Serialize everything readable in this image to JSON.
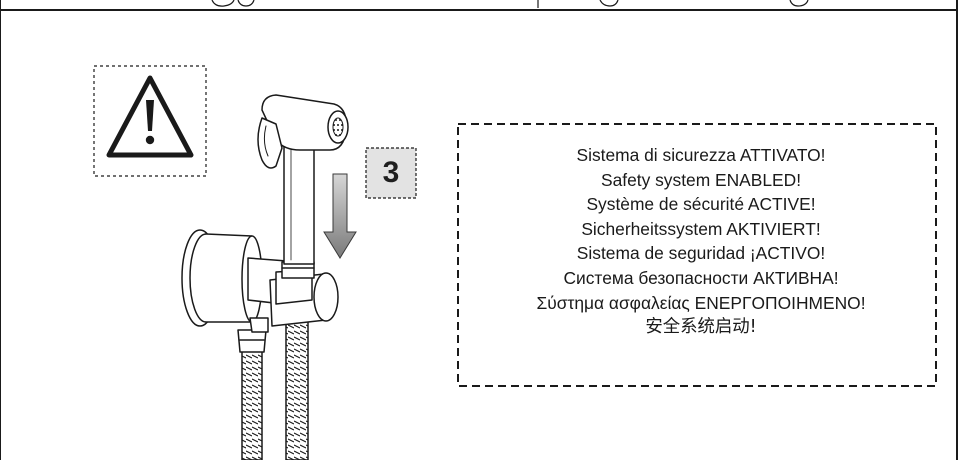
{
  "step": {
    "number": "3",
    "arrow_direction": "down"
  },
  "warning": {
    "icon": "warning-triangle-icon"
  },
  "safety_messages": [
    "Sistema di sicurezza ATTIVATO!",
    "Safety system ENABLED!",
    "Système de sécurité ACTIVE!",
    "Sicherheitssystem AKTIVIERT!",
    "Sistema de seguridad ¡ACTIVO!",
    "Система безопасности АКТИВНА!",
    "Σύστημα ασφαλείας ΕΝΕΡΓΟΠΟΙΗΜΕΝΟ!",
    "安全系统启动!"
  ],
  "colors": {
    "line": "#1a1a1a",
    "step_box_fill": "#e3e3e3",
    "arrow_fill": "#8a8a8a",
    "background": "#ffffff"
  }
}
